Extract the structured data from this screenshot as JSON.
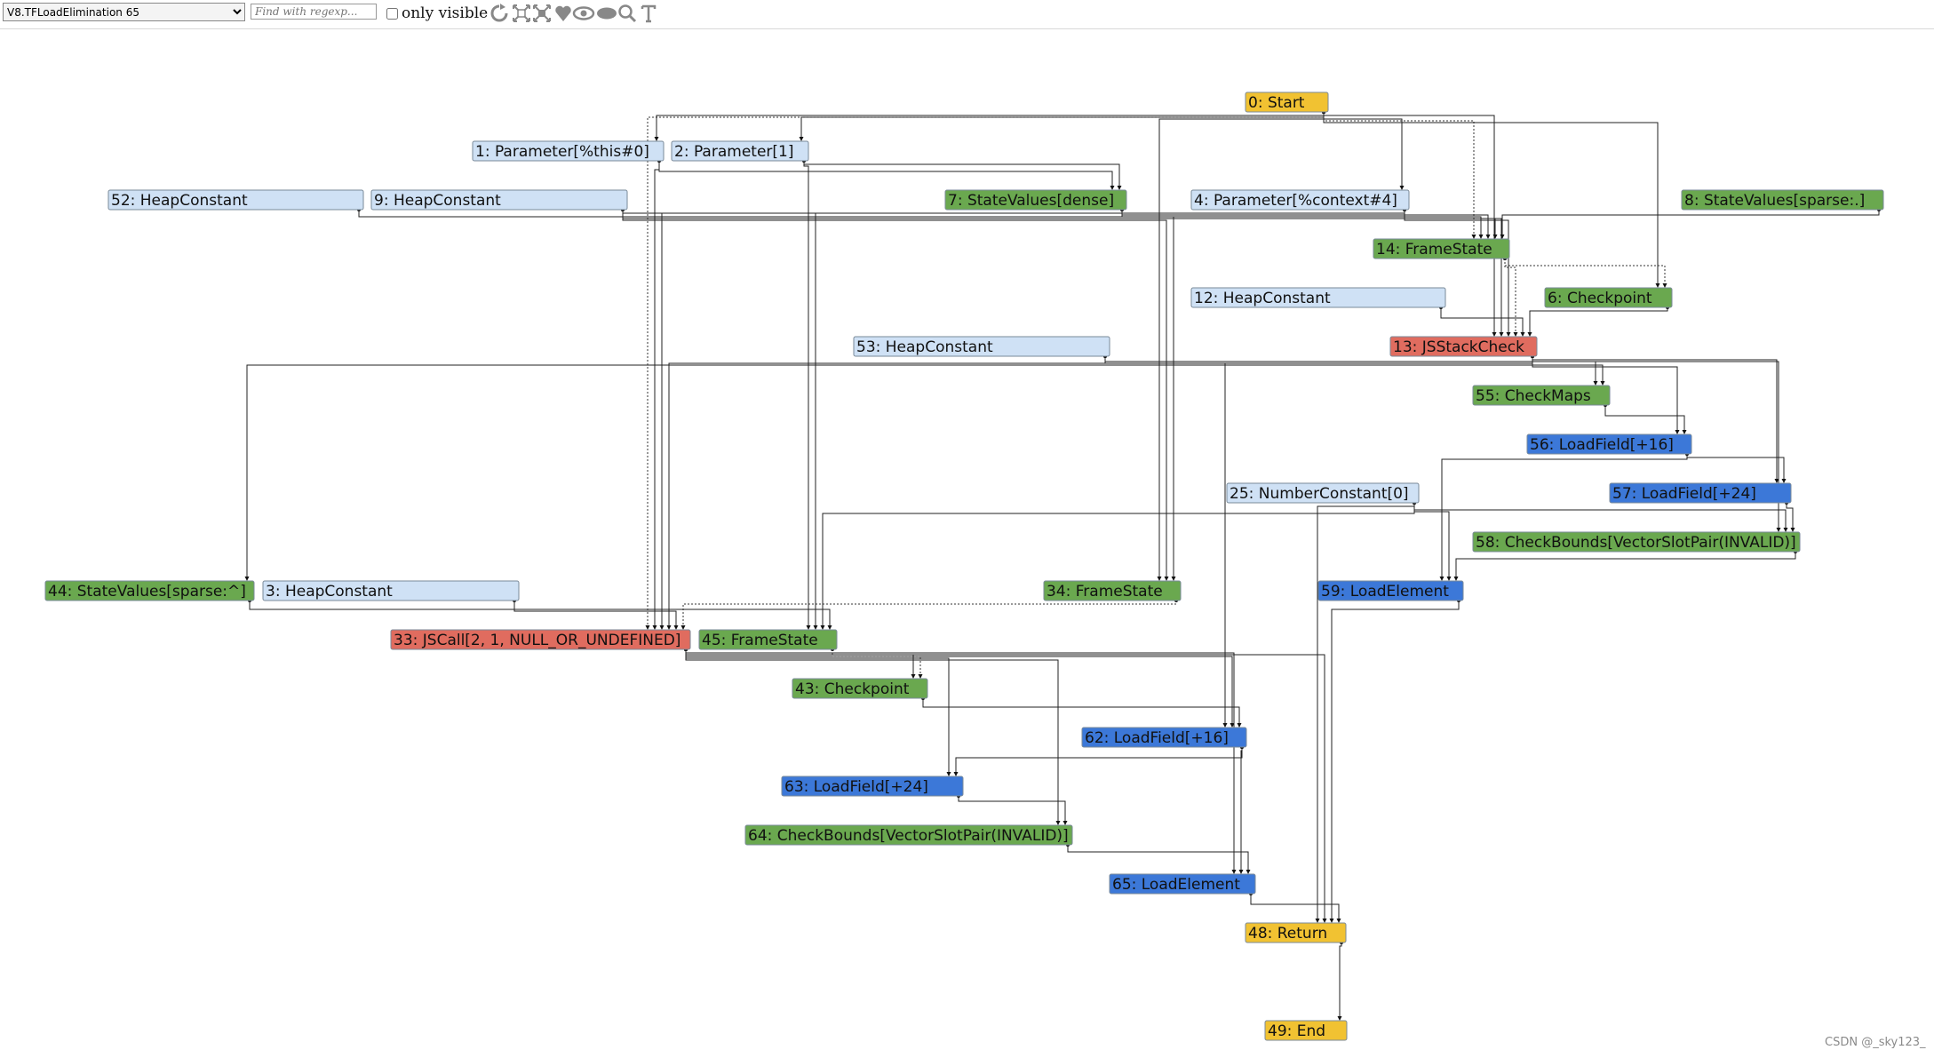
{
  "toolbar": {
    "phase_select": "V8.TFLoadElimination 65",
    "search_placeholder": "Find with regexp...",
    "only_visible_label": "only visible",
    "icons": [
      "layout-icon",
      "show-all-icon",
      "toggle-hide-dead-icon",
      "hide-unselected-icon",
      "toggle-types-icon",
      "hide-selected-icon",
      "zoom-selection-icon",
      "toggle-types-text-icon"
    ]
  },
  "colors": {
    "light_blue": "#cfe1f5",
    "green": "#6aa84f",
    "blue": "#3c78d8",
    "red": "#e06c5f",
    "yellow": "#f1c232"
  },
  "nodes": [
    {
      "id": "n0",
      "label": "0: Start",
      "color": "yellow"
    },
    {
      "id": "n1",
      "label": "1: Parameter[%this#0]",
      "color": "light_blue"
    },
    {
      "id": "n2",
      "label": "2: Parameter[1]",
      "color": "light_blue"
    },
    {
      "id": "n52",
      "label": "52: HeapConstant",
      "color": "light_blue"
    },
    {
      "id": "n9",
      "label": "9: HeapConstant",
      "color": "light_blue"
    },
    {
      "id": "n7",
      "label": "7: StateValues[dense]",
      "color": "green"
    },
    {
      "id": "n4",
      "label": "4: Parameter[%context#4]",
      "color": "light_blue"
    },
    {
      "id": "n8",
      "label": "8: StateValues[sparse:.]",
      "color": "green"
    },
    {
      "id": "n14",
      "label": "14: FrameState",
      "color": "green"
    },
    {
      "id": "n12",
      "label": "12: HeapConstant",
      "color": "light_blue"
    },
    {
      "id": "n6",
      "label": "6: Checkpoint",
      "color": "green"
    },
    {
      "id": "n53",
      "label": "53: HeapConstant",
      "color": "light_blue"
    },
    {
      "id": "n13",
      "label": "13: JSStackCheck",
      "color": "red"
    },
    {
      "id": "n55",
      "label": "55: CheckMaps",
      "color": "green"
    },
    {
      "id": "n56",
      "label": "56: LoadField[+16]",
      "color": "blue"
    },
    {
      "id": "n25",
      "label": "25: NumberConstant[0]",
      "color": "light_blue"
    },
    {
      "id": "n57",
      "label": "57: LoadField[+24]",
      "color": "blue"
    },
    {
      "id": "n58",
      "label": "58: CheckBounds[VectorSlotPair(INVALID)]",
      "color": "green"
    },
    {
      "id": "n44",
      "label": "44: StateValues[sparse:^]",
      "color": "green"
    },
    {
      "id": "n3",
      "label": "3: HeapConstant",
      "color": "light_blue"
    },
    {
      "id": "n34",
      "label": "34: FrameState",
      "color": "green"
    },
    {
      "id": "n59",
      "label": "59: LoadElement",
      "color": "blue"
    },
    {
      "id": "n33",
      "label": "33: JSCall[2, 1, NULL_OR_UNDEFINED]",
      "color": "red"
    },
    {
      "id": "n45",
      "label": "45: FrameState",
      "color": "green"
    },
    {
      "id": "n43",
      "label": "43: Checkpoint",
      "color": "green"
    },
    {
      "id": "n62",
      "label": "62: LoadField[+16]",
      "color": "blue"
    },
    {
      "id": "n63",
      "label": "63: LoadField[+24]",
      "color": "blue"
    },
    {
      "id": "n64",
      "label": "64: CheckBounds[VectorSlotPair(INVALID)]",
      "color": "green"
    },
    {
      "id": "n65",
      "label": "65: LoadElement",
      "color": "blue"
    },
    {
      "id": "n48",
      "label": "48: Return",
      "color": "yellow"
    },
    {
      "id": "n49",
      "label": "49: End",
      "color": "yellow"
    }
  ],
  "watermark": "CSDN @_sky123_"
}
